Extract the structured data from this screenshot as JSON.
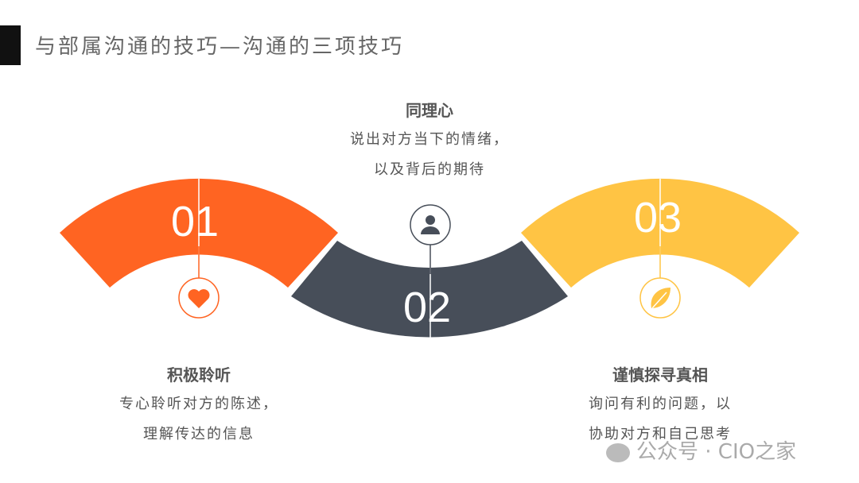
{
  "title": "与部属沟通的技巧—沟通的三项技巧",
  "colors": {
    "orange": "#FF6422",
    "dark": "#474E59",
    "yellow": "#FFC444"
  },
  "items": [
    {
      "number": "01",
      "heading": "积极聆听",
      "desc": [
        "专心聆听对方的陈述，",
        "理解传达的信息"
      ],
      "icon": "heart-icon"
    },
    {
      "number": "02",
      "heading": "同理心",
      "desc": [
        "说出对方当下的情绪，",
        "以及背后的期待"
      ],
      "icon": "person-icon"
    },
    {
      "number": "03",
      "heading": "谨慎探寻真相",
      "desc": [
        "询问有利的问题，以",
        "协助对方和自己思考"
      ],
      "icon": "leaf-icon"
    }
  ],
  "watermark": "公众号 · CIO之家"
}
